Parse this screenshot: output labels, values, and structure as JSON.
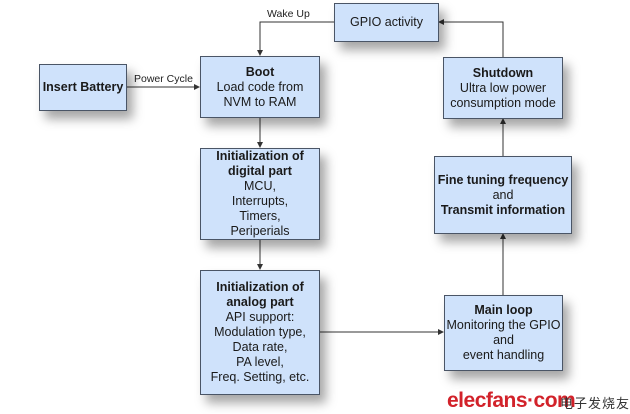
{
  "colors": {
    "box_fill": "#cfe2fb",
    "box_border": "#4a5566",
    "line": "#333333",
    "watermark": "#d2222a"
  },
  "edges": {
    "wake_up": "Wake Up",
    "power_cycle": "Power Cycle"
  },
  "boxes": {
    "insert_battery": {
      "title": "Insert Battery"
    },
    "boot": {
      "title": "Boot",
      "lines": [
        "Load code from",
        "NVM to RAM"
      ]
    },
    "digital": {
      "title1": "Initialization of",
      "title2": "digital part",
      "lines": [
        "MCU,",
        "Interrupts,",
        "Timers,",
        "Periperials"
      ]
    },
    "analog": {
      "title1": "Initialization of",
      "title2": "analog part",
      "lines": [
        "API support:",
        "Modulation type,",
        "Data rate,",
        "PA level,",
        "Freq. Setting, etc."
      ]
    },
    "main_loop": {
      "title": "Main loop",
      "lines": [
        "Monitoring the GPIO",
        "and",
        "event handling"
      ]
    },
    "fine_tuning": {
      "title": "Fine tuning frequency",
      "mid": "and",
      "title2": "Transmit information"
    },
    "shutdown": {
      "title": "Shutdown",
      "lines": [
        "Ultra low power",
        "consumption mode"
      ]
    },
    "gpio": {
      "title": "GPIO activity"
    }
  },
  "watermark": {
    "text": "elecfans·com",
    "cn": "电子发烧友"
  }
}
